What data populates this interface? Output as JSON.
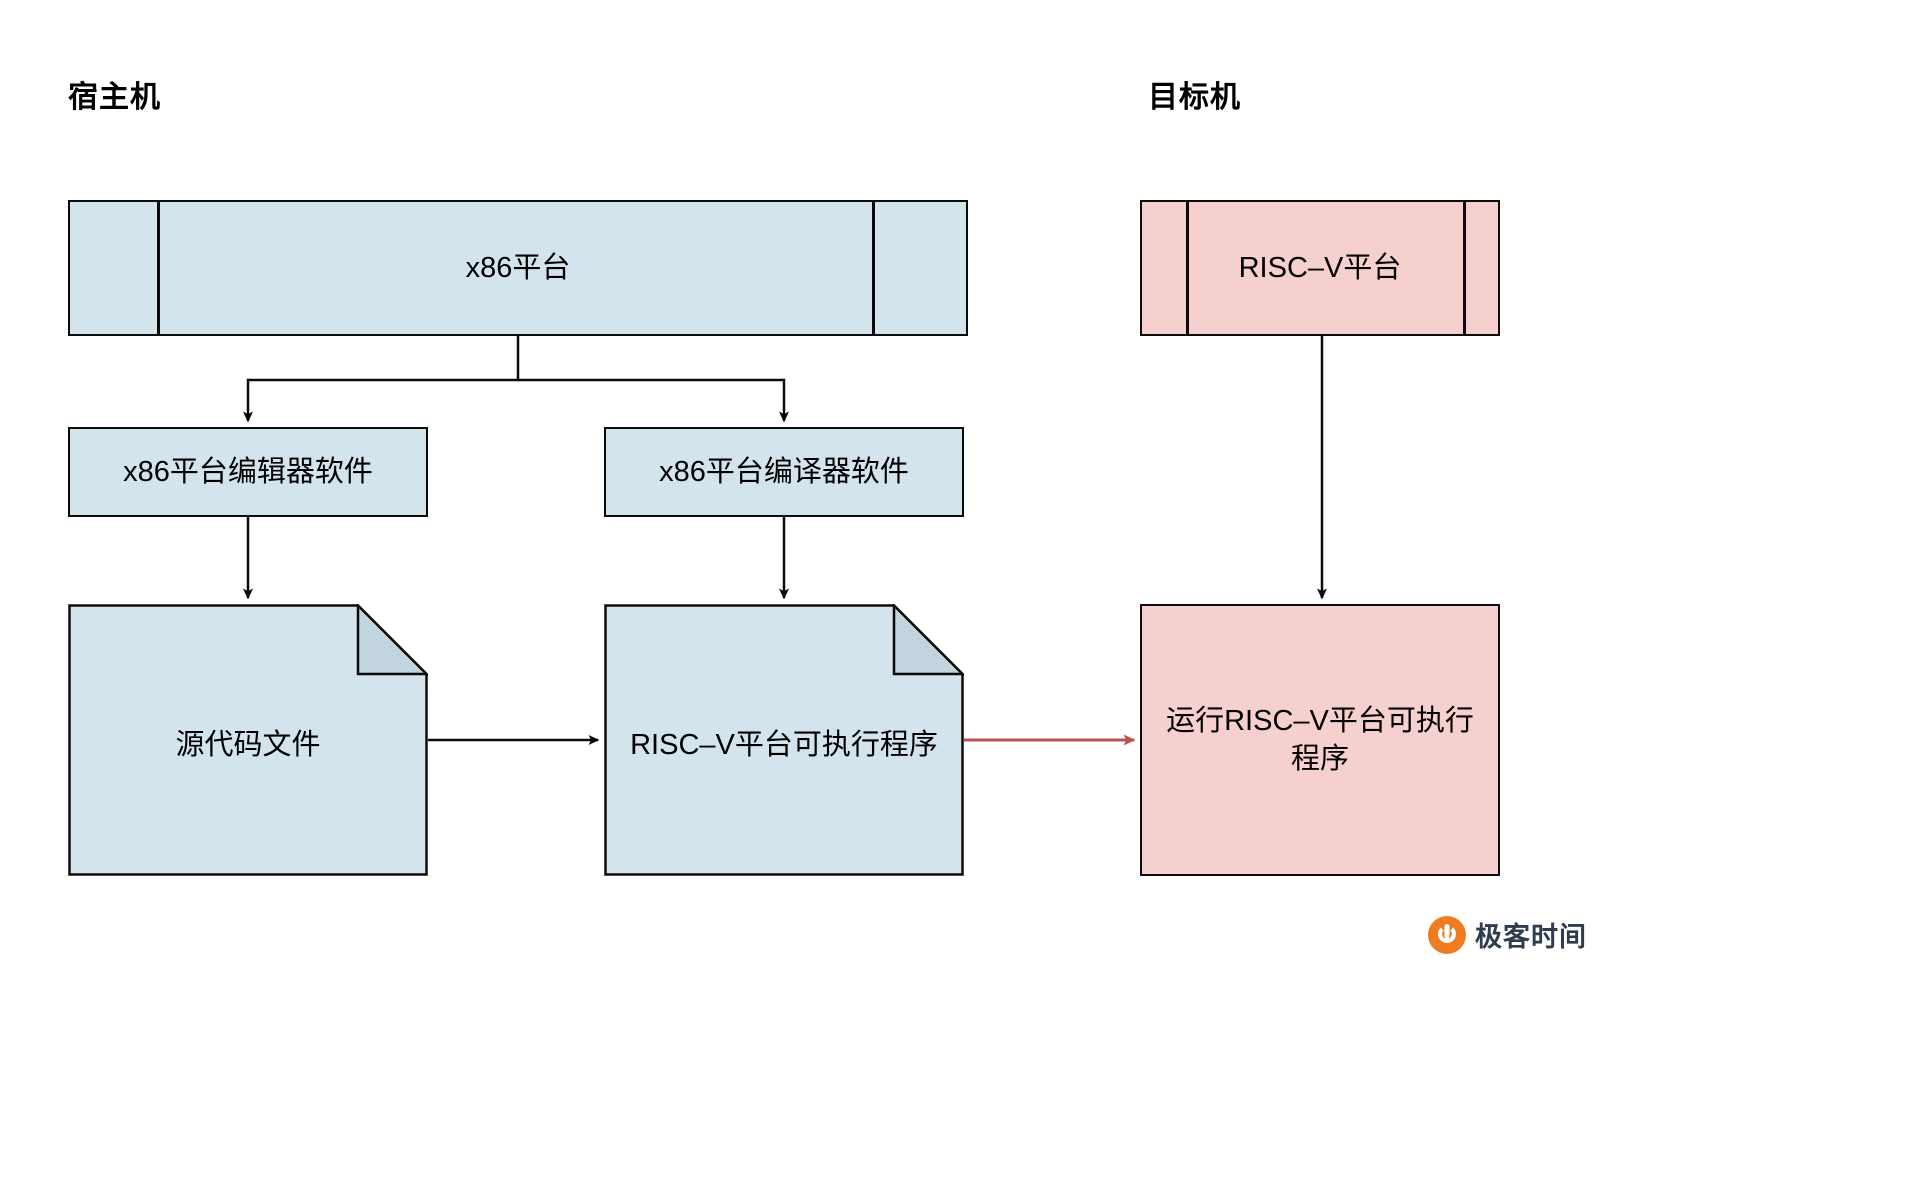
{
  "diagram": {
    "title_host": "宿主机",
    "title_target": "目标机",
    "colors": {
      "host_fill": "#d4e4ec",
      "target_fill": "#f6cfcf",
      "stroke": "#0b0b0b",
      "fold_fill": "#c2d4dd",
      "red_arrow": "#b85450",
      "watermark_orange": "#f07c22",
      "watermark_text": "#2f3c4f"
    },
    "nodes": {
      "host_platform": "x86平台",
      "target_platform": "RISC–V平台",
      "editor": "x86平台编辑器软件",
      "compiler": "x86平台编译器软件",
      "source_file": "源代码文件",
      "executable": "RISC–V平台可执行程序",
      "run_executable": "运行RISC–V平台可执行\n程序"
    }
  },
  "watermark": {
    "icon": "geektime-logo-icon",
    "text": "极客时间"
  }
}
